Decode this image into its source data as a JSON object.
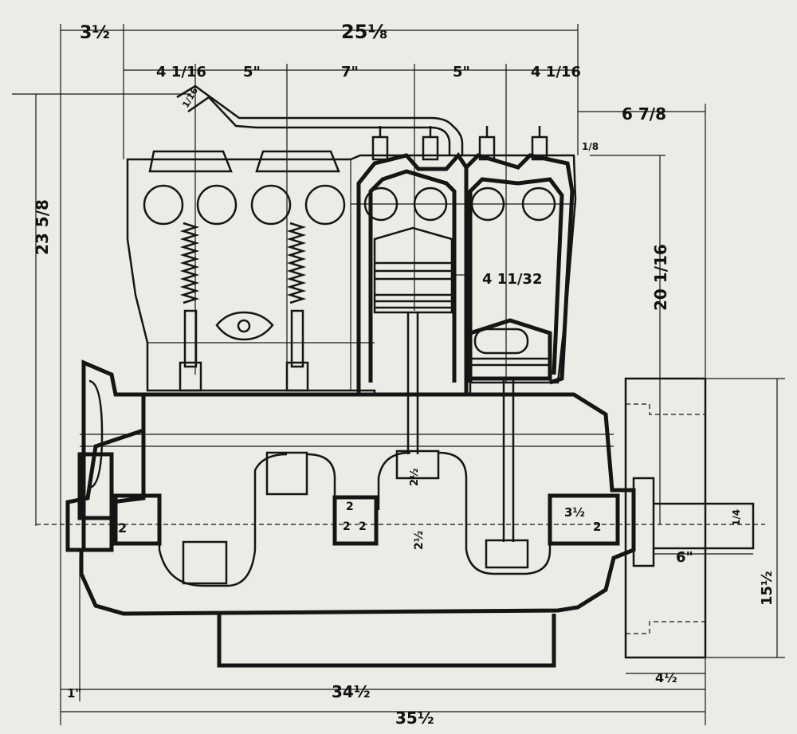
{
  "dimensions": {
    "top_left": "3½",
    "top_overall": "25⅛",
    "top_seg_1": "4 1/16",
    "top_seg_2": "5\"",
    "top_seg_3": "7\"",
    "top_seg_4": "5\"",
    "top_seg_5": "4 1/16",
    "outlet_angle": "1/16",
    "right_top": "6 7/8",
    "right_small": "1/8",
    "left_height": "23 5/8",
    "right_height": "20 1/16",
    "bore": "4 11/32",
    "bearing_1": "2",
    "bearing_2": "2",
    "bearing_3a": "2",
    "bearing_3b": "2",
    "bearing_4a": "3½",
    "bearing_4b": "2",
    "crank_throw_1": "2½",
    "crank_throw_2": "2½",
    "shaft_small": "1/4",
    "flywheel_6": "6\"",
    "flywheel_height": "15½",
    "flywheel_width": "4½",
    "bottom_left": "1\"",
    "bottom_mid": "34½",
    "bottom_overall": "35½"
  },
  "colors": {
    "ink": "#151515",
    "paper": "#ecebe6"
  }
}
